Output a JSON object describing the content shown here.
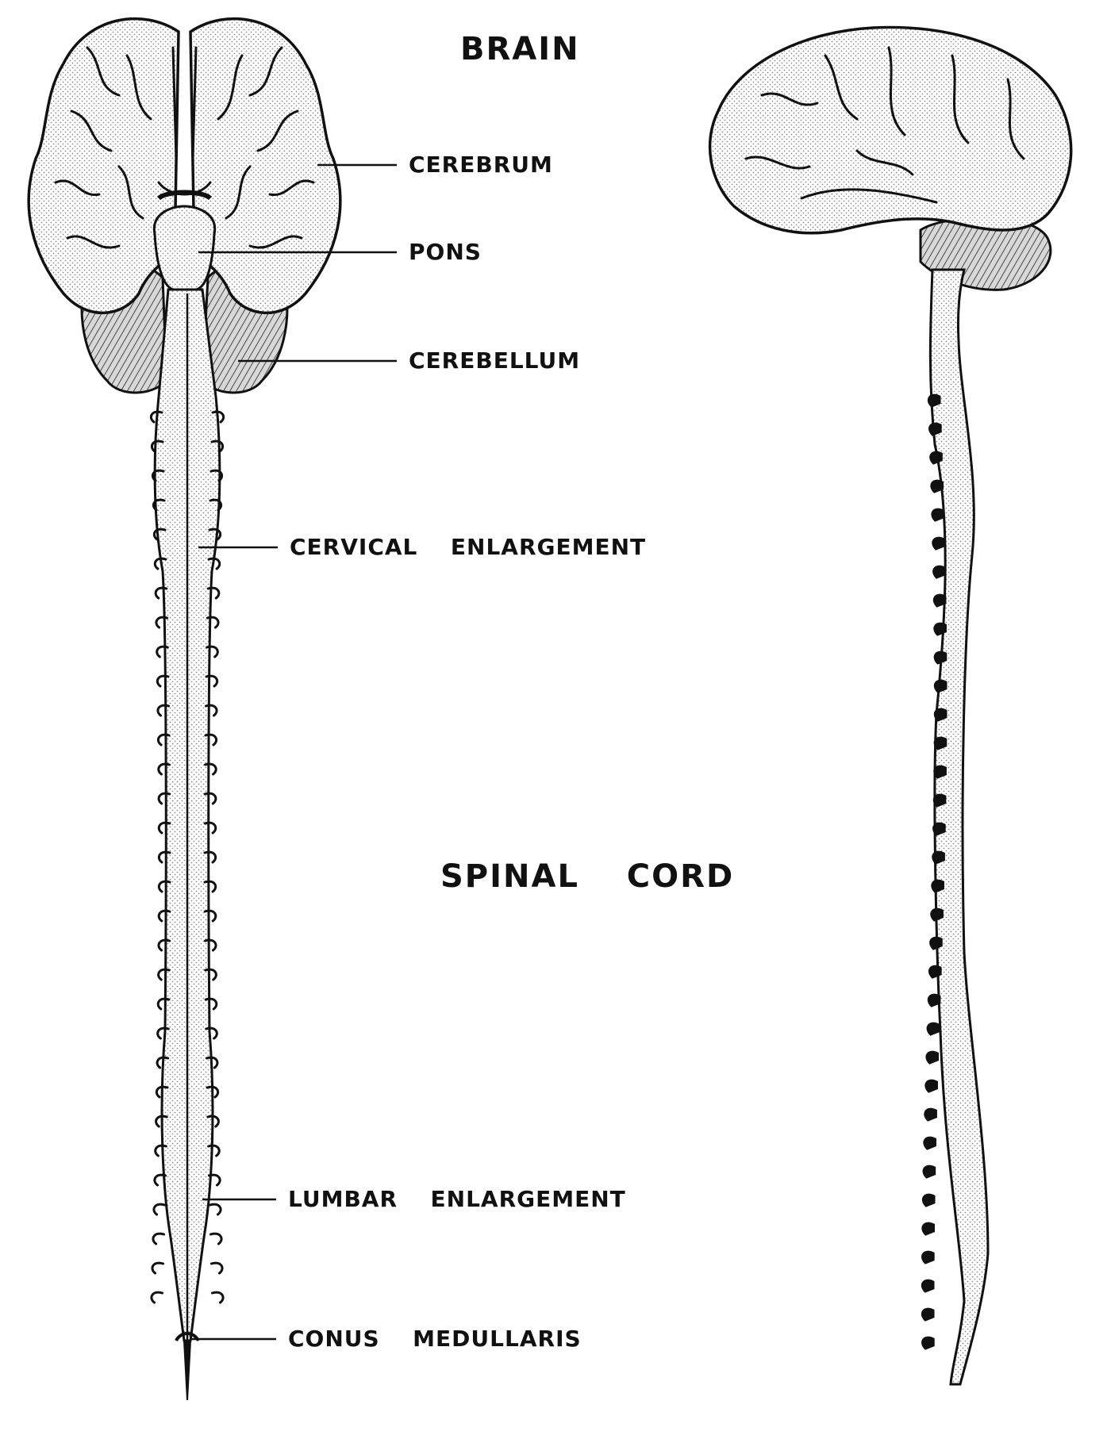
{
  "headings": {
    "brain": "BRAIN",
    "spinal_cord": "SPINAL  CORD"
  },
  "labels": {
    "cerebrum": "CEREBRUM",
    "pons": "PONS",
    "cerebellum": "CEREBELLUM",
    "cervical": "CERVICAL  ENLARGEMENT",
    "lumbar": "LUMBAR  ENLARGEMENT",
    "conus": "CONUS  MEDULLARIS"
  },
  "colors": {
    "ink": "#111111",
    "stipple": "#9a9a9a",
    "paper": "#ffffff"
  }
}
